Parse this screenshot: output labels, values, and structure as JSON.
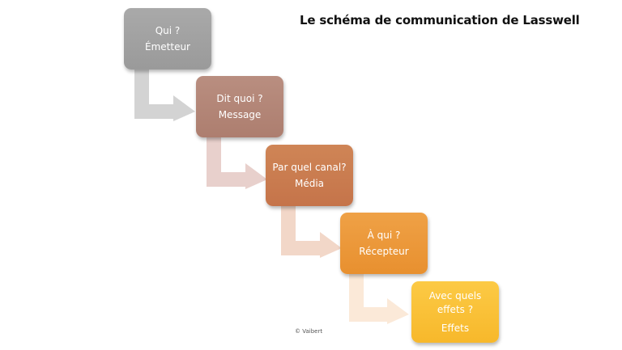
{
  "title": "Le schéma de communication de Lasswell",
  "steps": [
    {
      "question": "Qui ?",
      "answer": "Émetteur",
      "color": "#a3a3a3"
    },
    {
      "question": "Dit quoi ?",
      "answer": "Message",
      "color": "#b38676"
    },
    {
      "question": "Par quel canal?",
      "answer": "Média",
      "color": "#ca7c50"
    },
    {
      "question": "À qui ?",
      "answer": "Récepteur",
      "color": "#ec983a"
    },
    {
      "question_line1": "Avec quels",
      "question_line2": "effets ?",
      "answer": "Effets",
      "color": "#fac138"
    }
  ],
  "arrow_colors": [
    "#d3d3d3",
    "#e8d0cc",
    "#f2d7c8",
    "#fbe9d8"
  ],
  "credit": "© Vaibert"
}
